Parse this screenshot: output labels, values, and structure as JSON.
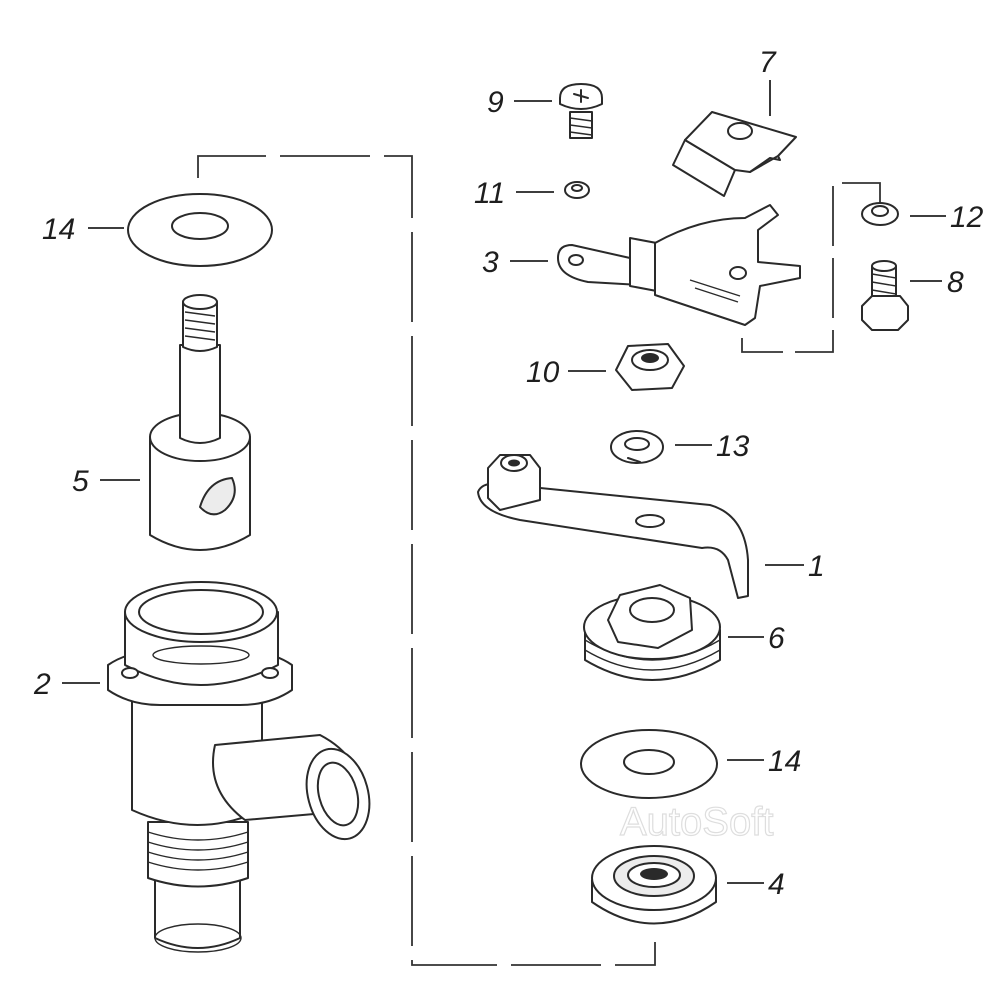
{
  "diagram": {
    "callouts": [
      {
        "id": "c14a",
        "label": "14"
      },
      {
        "id": "c5",
        "label": "5"
      },
      {
        "id": "c2",
        "label": "2"
      },
      {
        "id": "c9",
        "label": "9"
      },
      {
        "id": "c7",
        "label": "7"
      },
      {
        "id": "c11",
        "label": "11"
      },
      {
        "id": "c3",
        "label": "3"
      },
      {
        "id": "c12",
        "label": "12"
      },
      {
        "id": "c8",
        "label": "8"
      },
      {
        "id": "c10",
        "label": "10"
      },
      {
        "id": "c13",
        "label": "13"
      },
      {
        "id": "c1",
        "label": "1"
      },
      {
        "id": "c6",
        "label": "6"
      },
      {
        "id": "c14b",
        "label": "14"
      },
      {
        "id": "c4",
        "label": "4"
      }
    ],
    "watermark": "AutoSoft",
    "colors": {
      "line": "#2a2a2a",
      "background": "#ffffff",
      "watermark": "#dedede"
    }
  }
}
